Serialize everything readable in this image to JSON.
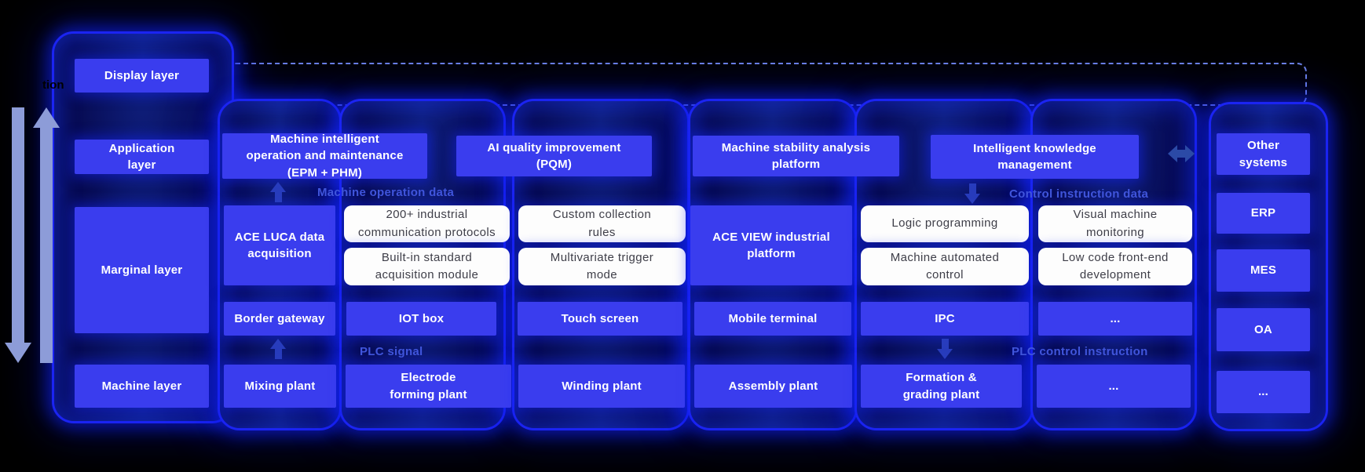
{
  "diagram": {
    "clipped_left_text": "tion",
    "layers": {
      "display": "Display layer",
      "application": "Application\nlayer",
      "marginal": "Marginal layer",
      "machine": "Machine layer"
    },
    "application_row": {
      "epm": "Machine intelligent\noperation and maintenance\n(EPM + PHM)",
      "pqm": "AI quality improvement\n(PQM)",
      "stability": "Machine stability analysis\nplatform",
      "knowledge": "Intelligent knowledge\nmanagement",
      "other_systems": "Other\nsystems"
    },
    "marginal_row": {
      "ace_luca": "ACE LUCA data\nacquisition",
      "protocols": "200+ industrial\ncommunication protocols",
      "custom_rules": "Custom collection\nrules",
      "builtin_module": "Built-in standard\nacquisition module",
      "multivariate": "Multivariate trigger\nmode",
      "ace_view": "ACE VIEW industrial\nplatform",
      "logic_programming": "Logic programming",
      "automated_control": "Machine automated\ncontrol",
      "visual_monitoring": "Visual machine\nmonitoring",
      "low_code": "Low code front-end\ndevelopment"
    },
    "device_row": {
      "border_gateway": "Border gateway",
      "iot_box": "IOT box",
      "touch_screen": "Touch screen",
      "mobile_terminal": "Mobile terminal",
      "ipc": "IPC",
      "more": "..."
    },
    "external_systems": {
      "erp": "ERP",
      "mes": "MES",
      "oa": "OA",
      "more": "..."
    },
    "machine_row": {
      "mixing": "Mixing plant",
      "electrode": "Electrode\nforming plant",
      "winding": "Winding plant",
      "assembly": "Assembly plant",
      "formation": "Formation &\ngrading plant",
      "more1": "...",
      "more2": "..."
    },
    "flow_labels": {
      "machine_operation_data": "Machine operation data",
      "control_instruction_data": "Control instruction data",
      "plc_signal": "PLC signal",
      "plc_control_instruction": "PLC control instruction"
    },
    "colors": {
      "background": "#000000",
      "box_blue": "#3a3dee",
      "neon_border": "#1b24f2",
      "tube_fill": "#070b52",
      "pill_bg": "#fdfdfd",
      "pill_text": "#3e3e48",
      "flow_label": "#4055dc",
      "big_arrow": "#8d9cd8",
      "dashed_line": "#6d83e6",
      "double_arrow": "#2b4aa6"
    }
  }
}
